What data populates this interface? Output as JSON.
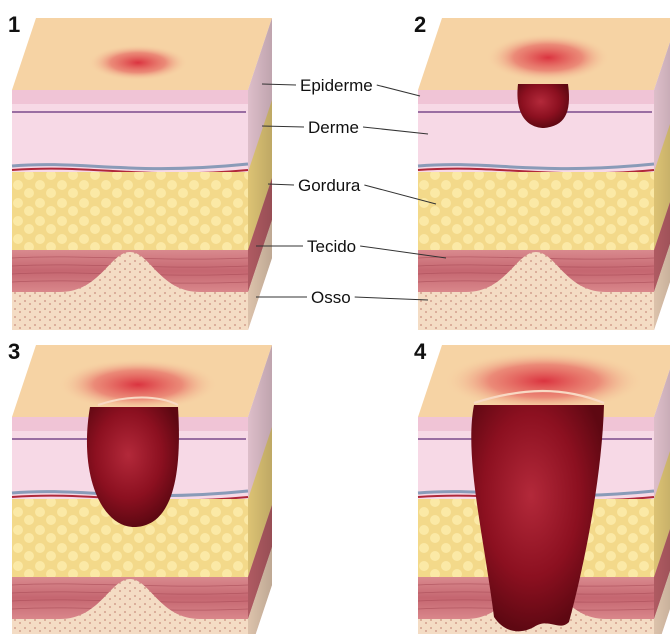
{
  "panels": [
    {
      "number": "1",
      "stage": 1
    },
    {
      "number": "2",
      "stage": 2
    },
    {
      "number": "3",
      "stage": 3
    },
    {
      "number": "4",
      "stage": 4
    }
  ],
  "labels": {
    "epidermis": "Epiderme",
    "dermis": "Derme",
    "fat": "Gordura",
    "tissue": "Tecido",
    "bone": "Osso"
  },
  "colors": {
    "skin_top": "#f6d3a4",
    "epidermis": "#f0c4d6",
    "dermis": "#f7d9e6",
    "fat": "#f3d98a",
    "muscle": "#c56670",
    "bone": "#f4dcc4",
    "wound": "#8c1020",
    "redness": "#e04a4a"
  }
}
